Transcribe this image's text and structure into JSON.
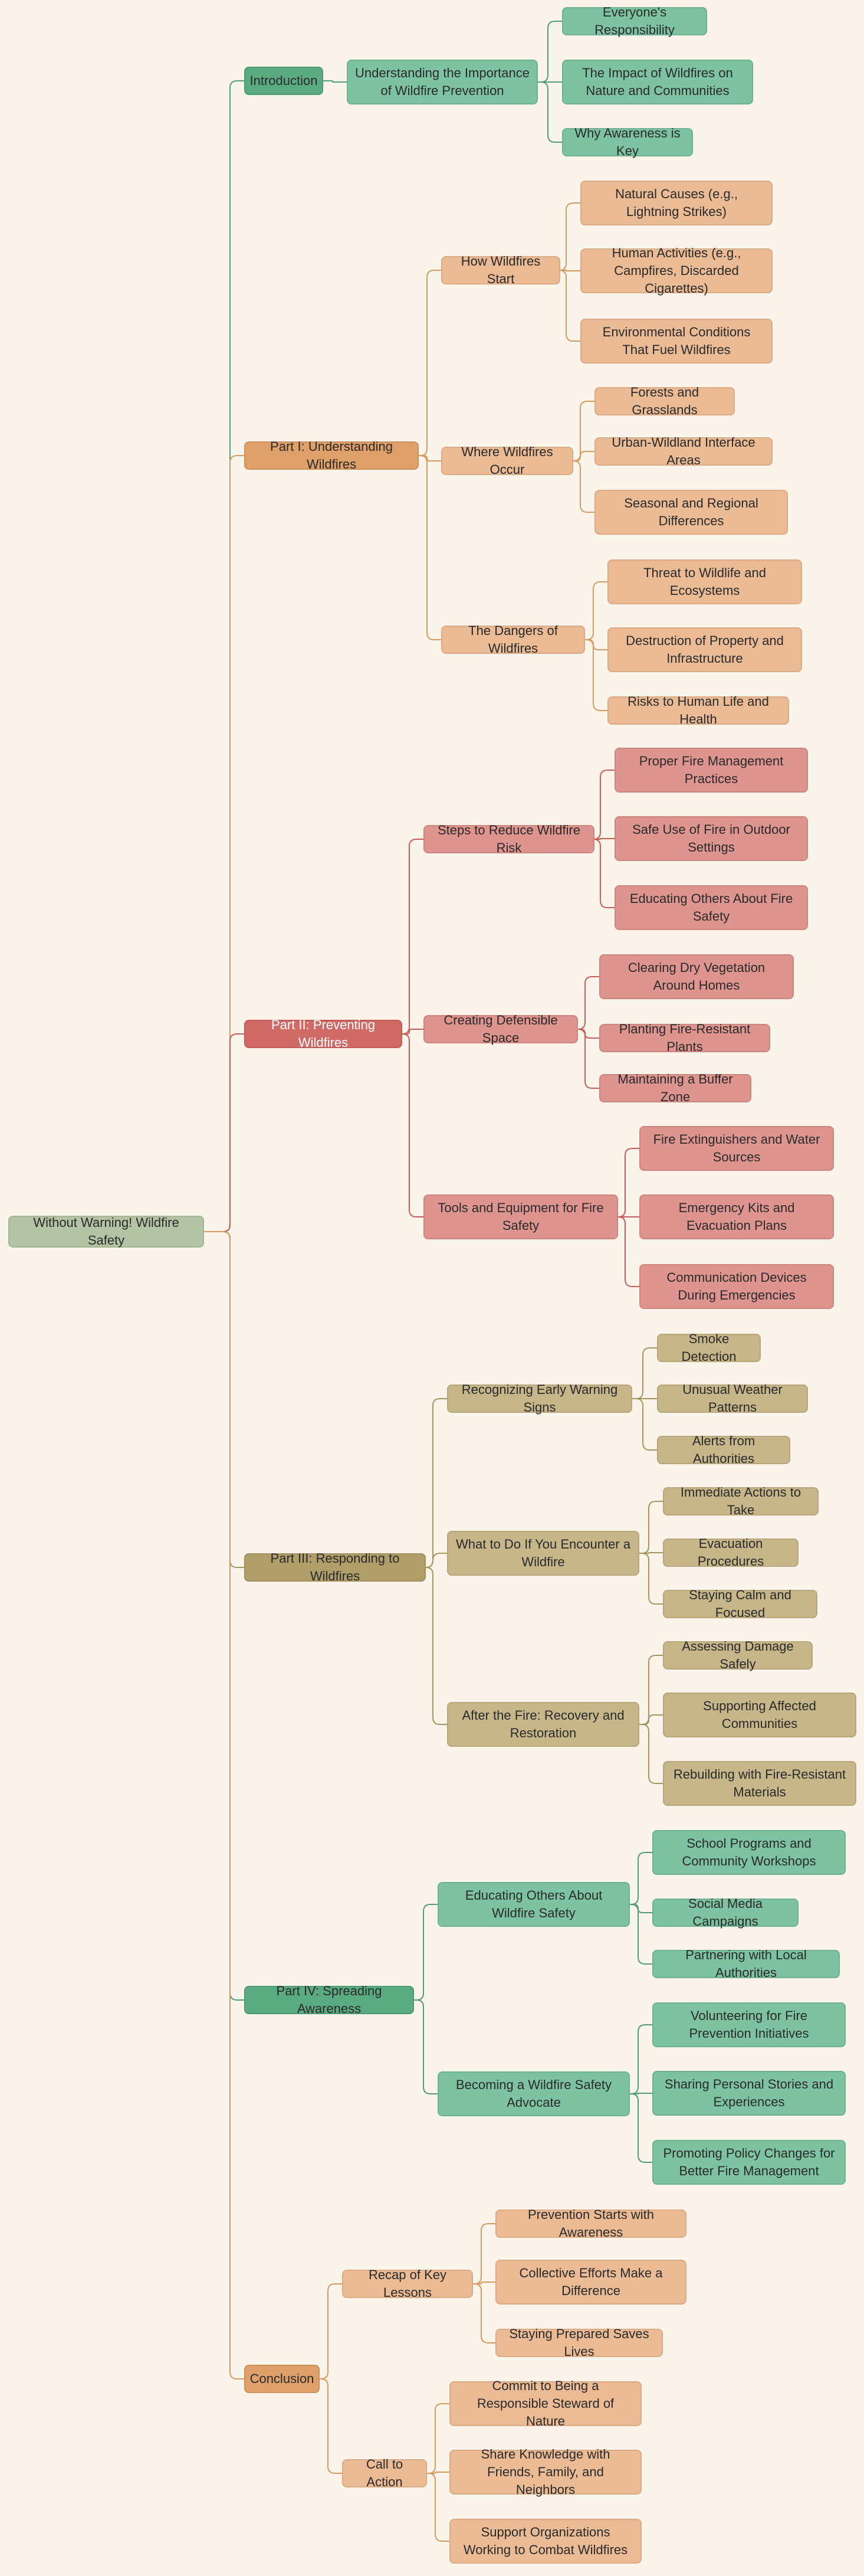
{
  "mindmap": {
    "root": "Without Warning! Wildfire Safety",
    "colors": {
      "green": "#5aaa82",
      "orange": "#e0a06a",
      "red": "#d06a66",
      "olive": "#b09f6a"
    },
    "branches": [
      {
        "label": "Introduction",
        "theme": "green",
        "children": [
          {
            "label": "Understanding the Importance of Wildfire Prevention",
            "children": [
              "Everyone's Responsibility",
              "The Impact of Wildfires on Nature and Communities",
              "Why Awareness is Key"
            ]
          }
        ]
      },
      {
        "label": "Part I: Understanding Wildfires",
        "theme": "orange",
        "children": [
          {
            "label": "How Wildfires Start",
            "children": [
              "Natural Causes (e.g., Lightning Strikes)",
              "Human Activities (e.g., Campfires, Discarded Cigarettes)",
              "Environmental Conditions That Fuel Wildfires"
            ]
          },
          {
            "label": "Where Wildfires Occur",
            "children": [
              "Forests and Grasslands",
              "Urban-Wildland Interface Areas",
              "Seasonal and Regional Differences"
            ]
          },
          {
            "label": "The Dangers of Wildfires",
            "children": [
              "Threat to Wildlife and Ecosystems",
              "Destruction of Property and Infrastructure",
              "Risks to Human Life and Health"
            ]
          }
        ]
      },
      {
        "label": "Part II: Preventing Wildfires",
        "theme": "red",
        "children": [
          {
            "label": "Steps to Reduce Wildfire Risk",
            "children": [
              "Proper Fire Management Practices",
              "Safe Use of Fire in Outdoor Settings",
              "Educating Others About Fire Safety"
            ]
          },
          {
            "label": "Creating Defensible Space",
            "children": [
              "Clearing Dry Vegetation Around Homes",
              "Planting Fire-Resistant Plants",
              "Maintaining a Buffer Zone"
            ]
          },
          {
            "label": "Tools and Equipment for Fire Safety",
            "children": [
              "Fire Extinguishers and Water Sources",
              "Emergency Kits and Evacuation Plans",
              "Communication Devices During Emergencies"
            ]
          }
        ]
      },
      {
        "label": "Part III: Responding to Wildfires",
        "theme": "olive",
        "children": [
          {
            "label": "Recognizing Early Warning Signs",
            "children": [
              "Smoke Detection",
              "Unusual Weather Patterns",
              "Alerts from Authorities"
            ]
          },
          {
            "label": "What to Do If You Encounter a Wildfire",
            "children": [
              "Immediate Actions to Take",
              "Evacuation Procedures",
              "Staying Calm and Focused"
            ]
          },
          {
            "label": "After the Fire: Recovery and Restoration",
            "children": [
              "Assessing Damage Safely",
              "Supporting Affected Communities",
              "Rebuilding with Fire-Resistant Materials"
            ]
          }
        ]
      },
      {
        "label": "Part IV: Spreading Awareness",
        "theme": "green",
        "children": [
          {
            "label": "Educating Others About Wildfire Safety",
            "children": [
              "School Programs and Community Workshops",
              "Social Media Campaigns",
              "Partnering with Local Authorities"
            ]
          },
          {
            "label": "Becoming a Wildfire Safety Advocate",
            "children": [
              "Volunteering for Fire Prevention Initiatives",
              "Sharing Personal Stories and Experiences",
              "Promoting Policy Changes for Better Fire Management"
            ]
          }
        ]
      },
      {
        "label": "Conclusion",
        "theme": "orange",
        "children": [
          {
            "label": "Recap of Key Lessons",
            "children": [
              "Prevention Starts with Awareness",
              "Collective Efforts Make a Difference",
              "Staying Prepared Saves Lives"
            ]
          },
          {
            "label": "Call to Action",
            "children": [
              "Commit to Being a Responsible Steward of Nature",
              "Share Knowledge with Friends, Family, and Neighbors",
              "Support Organizations Working to Combat Wildfires"
            ]
          }
        ]
      }
    ]
  }
}
